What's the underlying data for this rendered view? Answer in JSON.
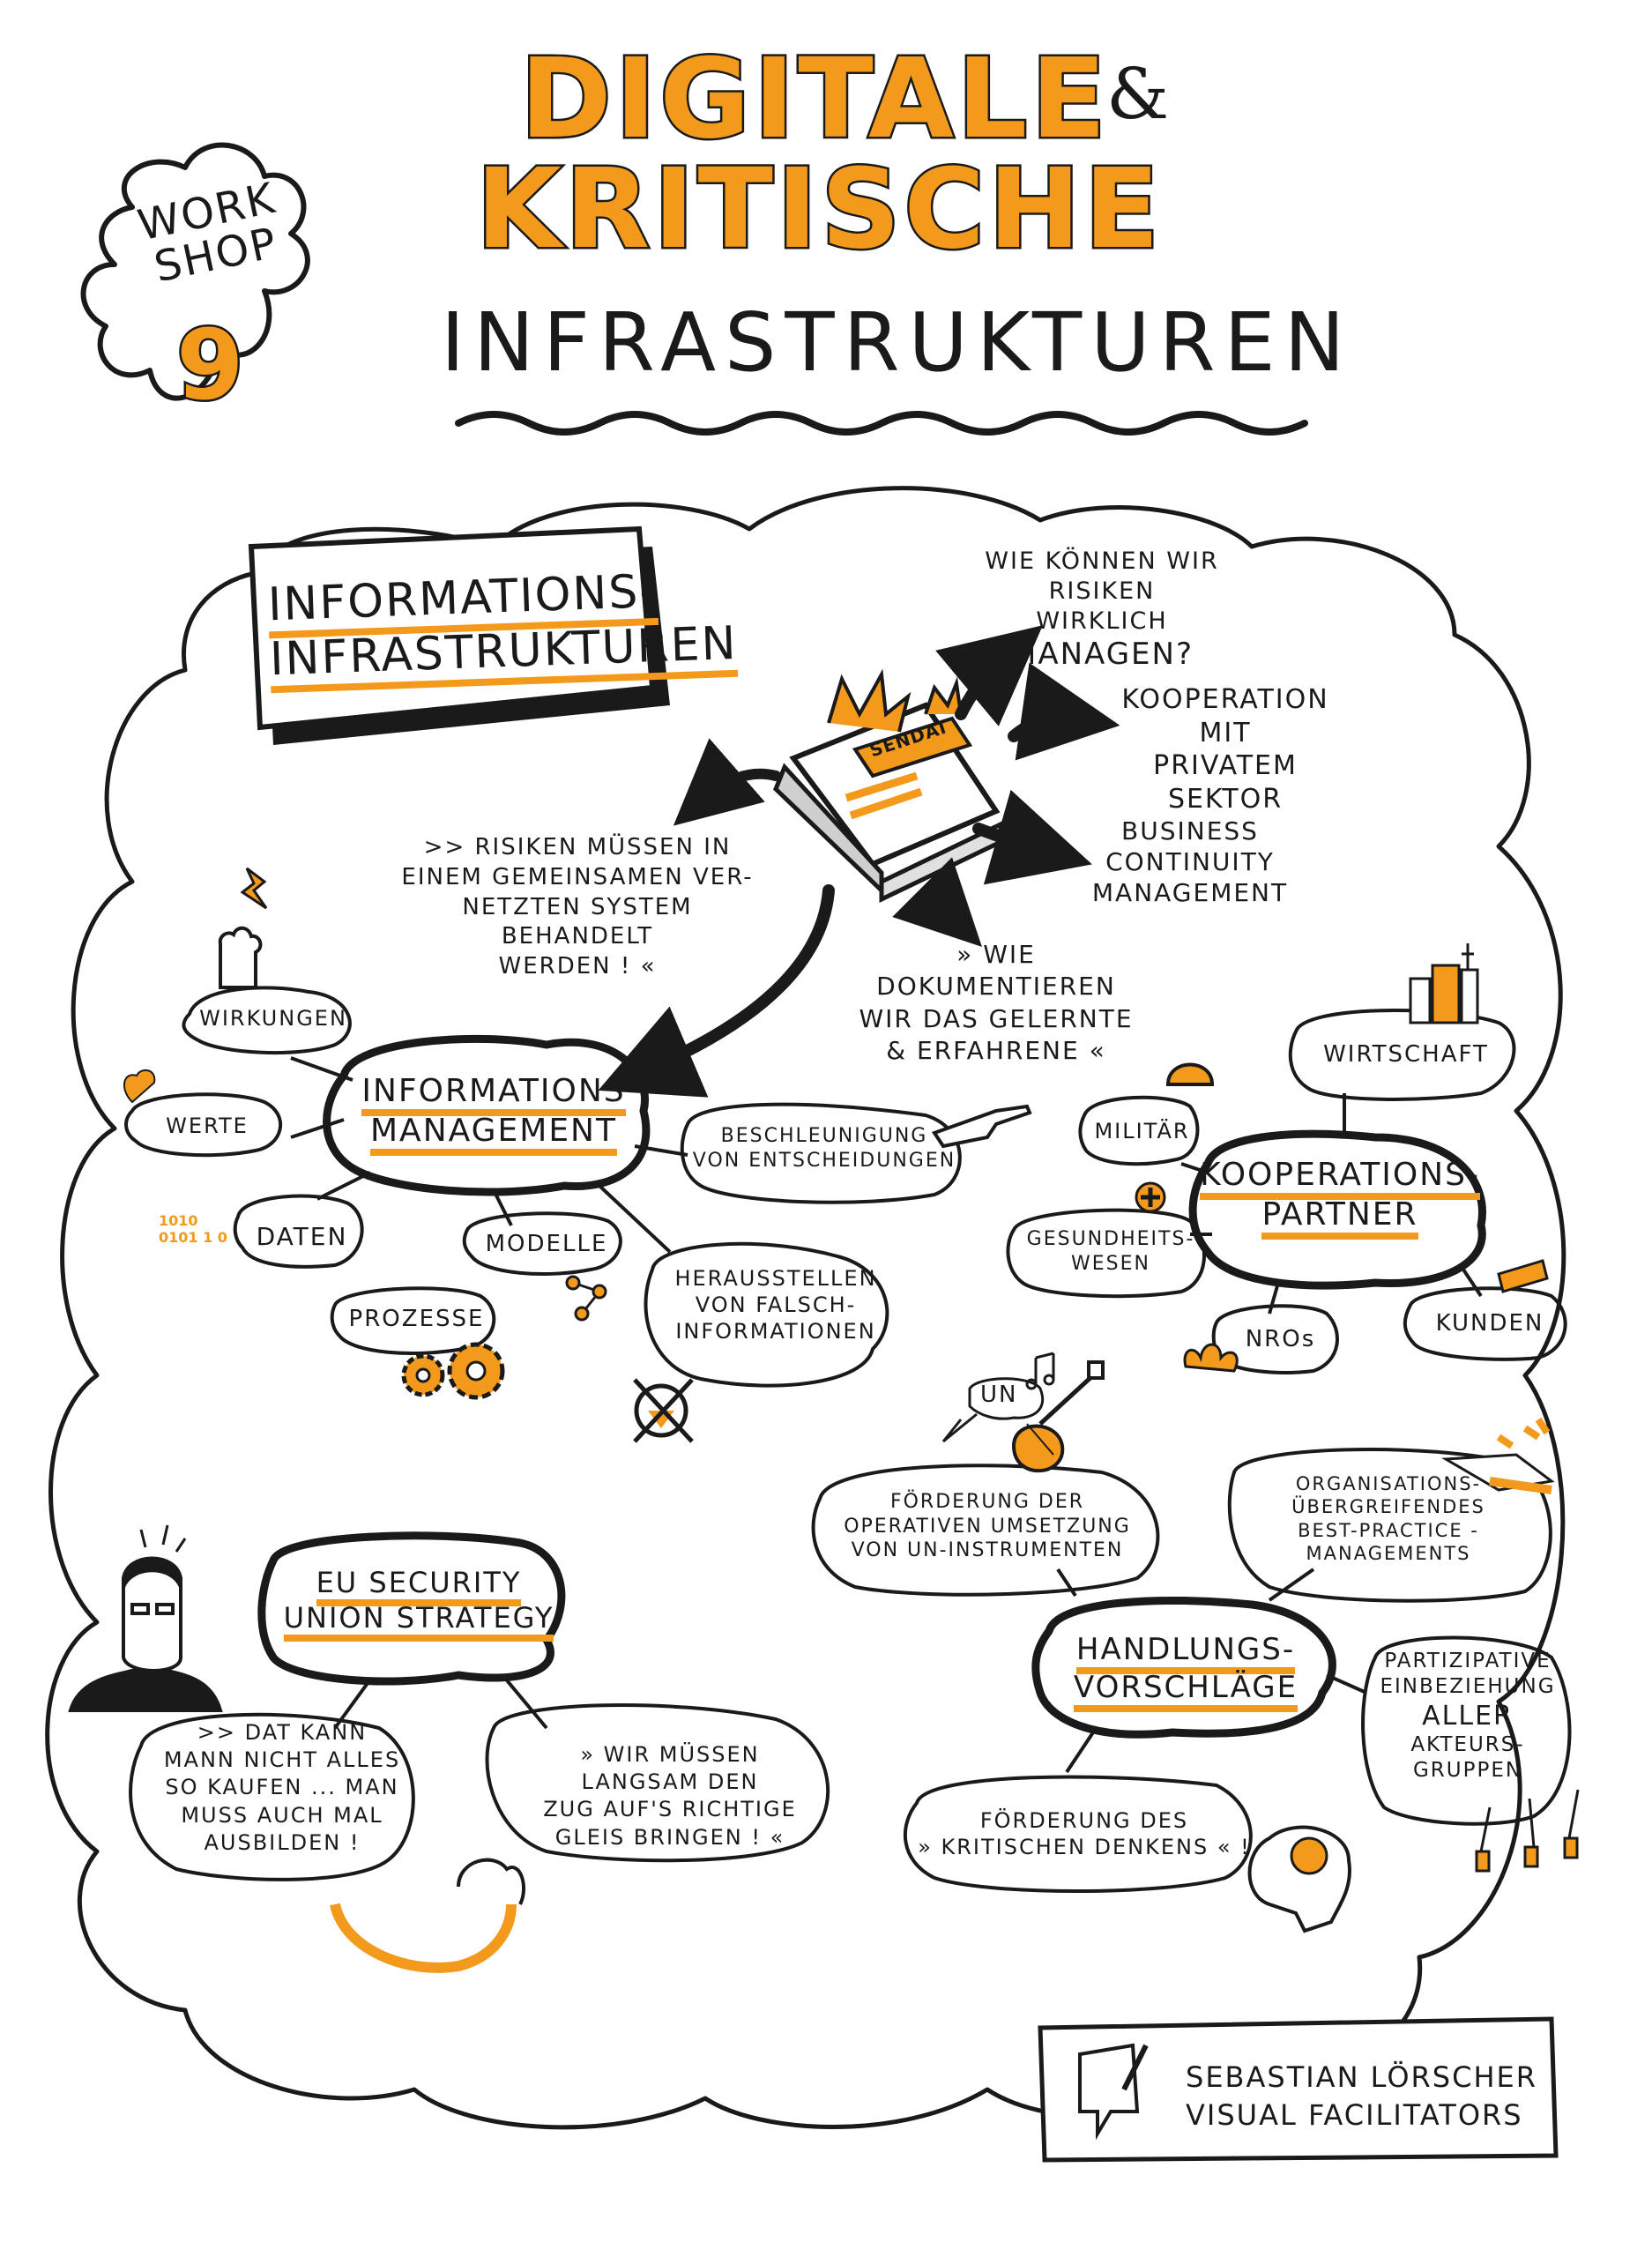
{
  "header": {
    "workshop_line1": "WORK",
    "workshop_line2": "SHOP",
    "workshop_number": "9",
    "title_line1": "DIGITALE",
    "ampersand": "&",
    "title_line2": "KRITISCHE",
    "title_line3": "INFRASTRUKTUREN"
  },
  "section_label": {
    "line1": "INFORMATIONS-",
    "line2": "INFRASTRUKTUREN"
  },
  "book_label": "SENDAI",
  "book_branches": {
    "question_risks": [
      "WIE KÖNNEN WIR",
      "RISIKEN WIRKLICH",
      "MANAGEN?"
    ],
    "cooperation": [
      "KOOPERATION MIT",
      "PRIVATEM SEKTOR"
    ],
    "business": [
      "BUSINESS CONTINUITY",
      "MANAGEMENT"
    ],
    "quote_risks": [
      ">> RISIKEN MÜSSEN IN",
      "EINEM GEMEINSAMEN VER-",
      "NETZTEN SYSTEM BEHANDELT",
      "WERDEN ! «"
    ],
    "quote_document": [
      "» WIE DOKUMENTIEREN",
      "WIR DAS GELERNTE",
      "& ERFAHRENE «"
    ]
  },
  "info_management": {
    "center": [
      "INFORMATIONS",
      "MANAGEMENT"
    ],
    "wirkungen": "WIRKUNGEN",
    "werte": "WERTE",
    "daten": "DATEN",
    "modelle": "MODELLE",
    "prozesse": "PROZESSE",
    "beschleunigung": [
      "BESCHLEUNIGUNG",
      "VON ENTSCHEIDUNGEN"
    ],
    "falsch": [
      "HERAUSSTELLEN",
      "VON FALSCH-",
      "INFORMATIONEN"
    ],
    "binary_digits": "1010 0101 1 0"
  },
  "kooperation": {
    "center": [
      "KOOPERATIONS-",
      "PARTNER"
    ],
    "wirtschaft": "WIRTSCHAFT",
    "militaer": "MILITÄR",
    "gesundheit": [
      "GESUNDHEITS-",
      "WESEN"
    ],
    "ngos": "NROs",
    "kunden": "KUNDEN"
  },
  "eu_strategy": {
    "center": [
      "EU SECURITY",
      "UNION STRATEGY"
    ],
    "quote_left": [
      ">> DAT KANN",
      "MANN NICHT ALLES",
      "SO KAUFEN ... MAN",
      "MUSS AUCH MAL",
      "AUSBILDEN !"
    ],
    "quote_right": [
      "» WIR MÜSSEN",
      "LANGSAM DEN",
      "ZUG AUF'S RICHTIGE",
      "GLEIS BRINGEN ! «"
    ]
  },
  "handlung": {
    "center": [
      "HANDLUNGS-",
      "VORSCHLÄGE"
    ],
    "un_label": "UN",
    "foerderung_un": [
      "FÖRDERUNG DER",
      "OPERATIVEN UMSETZUNG",
      "VON UN-INSTRUMENTEN"
    ],
    "organisation": [
      "ORGANISATIONS-",
      "ÜBERGREIFENDES",
      "BEST-PRACTICE -",
      "MANAGEMENTS"
    ],
    "partizipativ": [
      "PARTIZIPATIVE",
      "EINBEZIEHUNG",
      "ALLER",
      "AKTEURS-",
      "GRUPPEN"
    ],
    "kritisches": [
      "FÖRDERUNG DES",
      "» KRITISCHEN DENKENS « !"
    ]
  },
  "credit": {
    "line1": "SEBASTIAN LÖRSCHER",
    "line2": "VISUAL FACILITATORS"
  },
  "colors": {
    "accent": "#f39a1c",
    "ink": "#1a1a1a",
    "paper": "#ffffff"
  }
}
